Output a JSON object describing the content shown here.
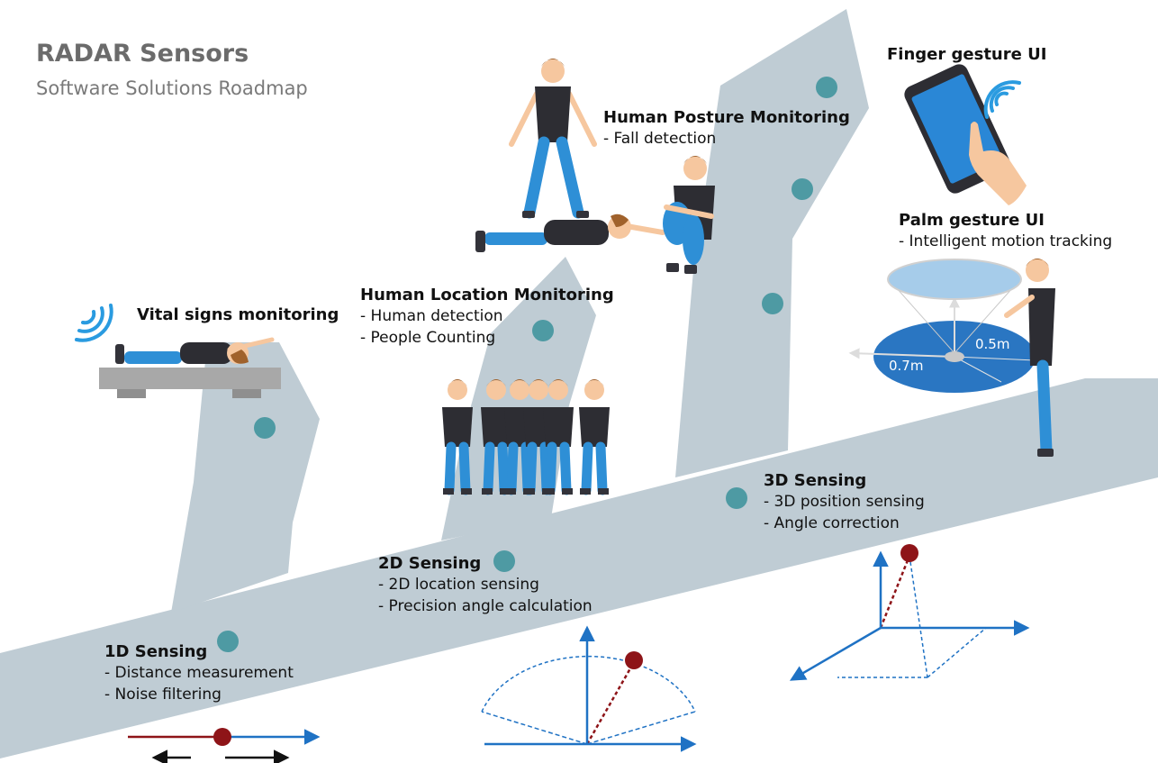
{
  "title": "RADAR Sensors",
  "subtitle": "Software Solutions Roadmap",
  "colors": {
    "path": "#bfccd4",
    "milestone_dot": "#4e9aa3",
    "arrow_blue": "#1f72c4",
    "target_red": "#8e1418",
    "wave_blue": "#2a9be0",
    "shirt": "#2d2d33",
    "jeans": "#2e8fd6",
    "hair": "#a0622c",
    "skin": "#f6c79f",
    "platform": "#a8a8a8",
    "phone_screen": "#2a87d6",
    "gesture_disc": "#2a76c2"
  },
  "milestones": [
    {
      "id": "1d",
      "heading": "1D Sensing",
      "items": [
        "- Distance measurement",
        "- Noise filtering"
      ]
    },
    {
      "id": "vital",
      "heading": "Vital signs monitoring",
      "items": []
    },
    {
      "id": "2d",
      "heading": "2D Sensing",
      "items": [
        "- 2D location sensing",
        "- Precision angle calculation"
      ]
    },
    {
      "id": "location",
      "heading": "Human Location Monitoring",
      "items": [
        "- Human detection",
        "- People Counting"
      ]
    },
    {
      "id": "3d",
      "heading": "3D Sensing",
      "items": [
        "- 3D position sensing",
        "- Angle correction"
      ]
    },
    {
      "id": "posture",
      "heading": "Human Posture Monitoring",
      "items": [
        "- Fall detection"
      ]
    },
    {
      "id": "palm",
      "heading": "Palm gesture UI",
      "items": [
        "- Intelligent motion tracking"
      ]
    },
    {
      "id": "finger",
      "heading": "Finger gesture UI",
      "items": []
    }
  ],
  "palm_measurements": {
    "inner": "0.5m",
    "outer": "0.7m"
  },
  "icons": {
    "radar_waves": "radar-waves-icon",
    "phone": "smartphone-icon",
    "person": "person-icon"
  }
}
